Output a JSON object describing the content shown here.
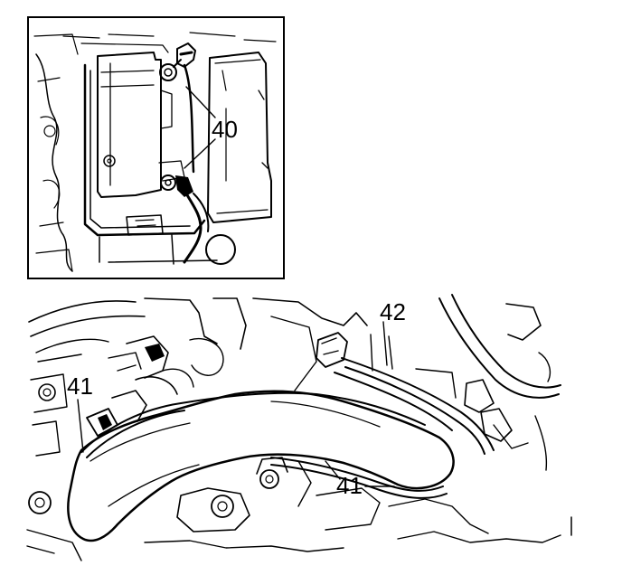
{
  "callouts": {
    "top_label": "40",
    "bottom_right_label": "42",
    "bottom_left_label": "41",
    "bottom_center_label": "41"
  }
}
